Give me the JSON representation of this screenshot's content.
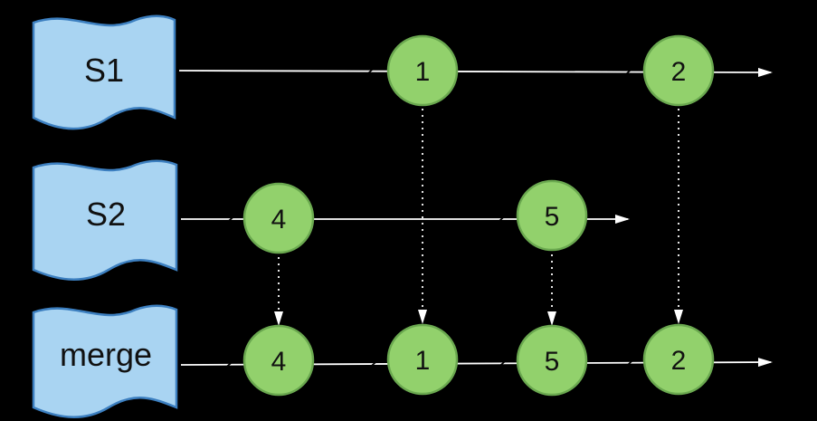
{
  "streams": [
    {
      "id": "s1",
      "label": "S1"
    },
    {
      "id": "s2",
      "label": "S2"
    },
    {
      "id": "merge",
      "label": "merge"
    }
  ],
  "nodes": {
    "s1": [
      "1",
      "2"
    ],
    "s2": [
      "4",
      "5"
    ],
    "merge": [
      "4",
      "1",
      "5",
      "2"
    ]
  },
  "colors": {
    "background": "#000000",
    "flag_fill": "#a9d4f2",
    "flag_stroke": "#3c7fc0",
    "node_fill": "#92d16c",
    "node_stroke": "#6aa84f",
    "line": "#ffffff"
  }
}
